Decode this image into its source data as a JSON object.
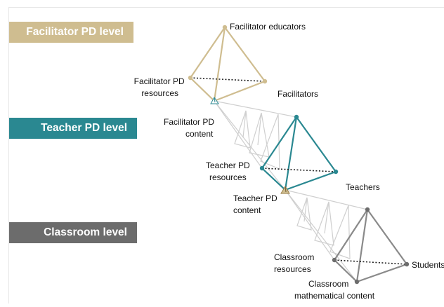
{
  "colors": {
    "facilitator": "#cfbd90",
    "teacher": "#2a8891",
    "classroom": "#6c6c6c",
    "faded": "#cfcfcf"
  },
  "levels": {
    "facilitator": "Facilitator PD level",
    "teacher": "Teacher PD level",
    "classroom": "Classroom level"
  },
  "nodes": {
    "facilitator_educators": "Facilitator educators",
    "facilitator_pd_resources": [
      "Facilitator PD",
      "resources"
    ],
    "facilitators": "Facilitators",
    "facilitator_pd_content": [
      "Facilitator PD",
      "content"
    ],
    "teacher_pd_resources": [
      "Teacher PD",
      "resources"
    ],
    "teachers": "Teachers",
    "teacher_pd_content": [
      "Teacher PD",
      "content"
    ],
    "classroom_resources": [
      "Classroom",
      "resources"
    ],
    "students": "Students",
    "classroom_mathematical_content": [
      "Classroom",
      "mathematical content"
    ]
  }
}
